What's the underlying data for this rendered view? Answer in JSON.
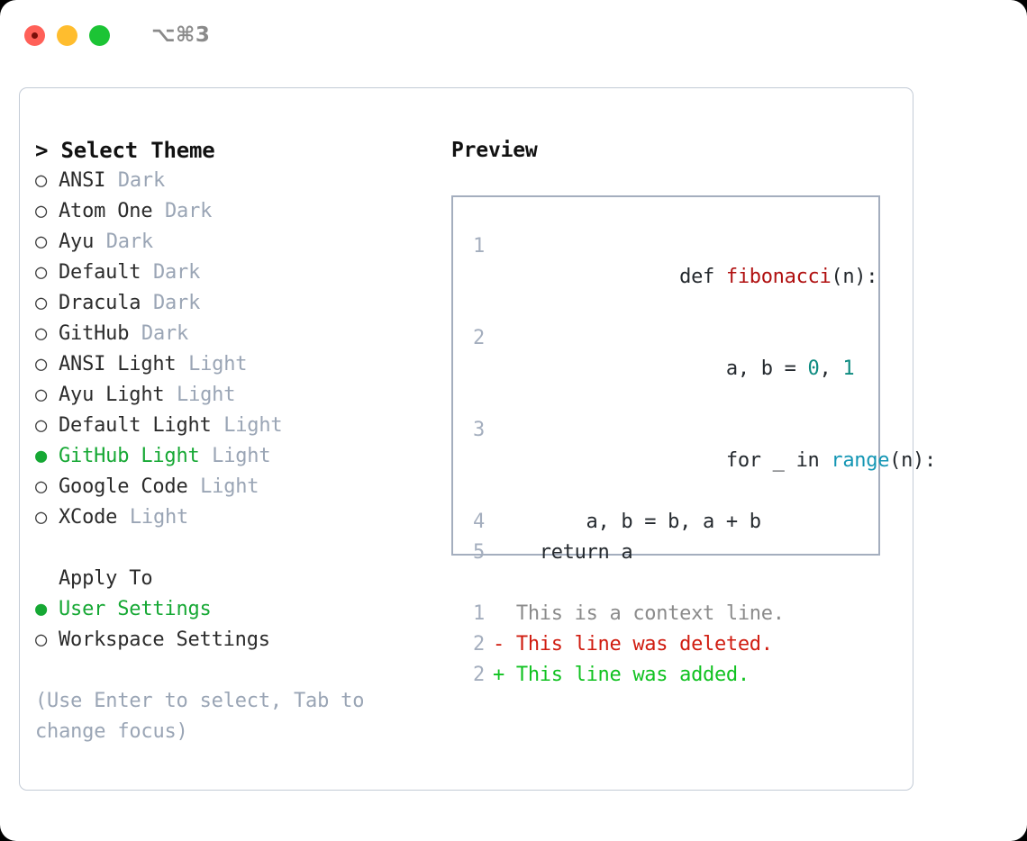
{
  "titlebar": {
    "shortcut": "⌥⌘3",
    "lights": [
      "close-red",
      "minimize-yellow",
      "maximize-green"
    ]
  },
  "theme_picker": {
    "heading": "> Select Theme",
    "prompt_marker": ">",
    "options": [
      {
        "marker": "○",
        "name": "ANSI",
        "tag": "Dark",
        "selected": false
      },
      {
        "marker": "○",
        "name": "Atom One",
        "tag": "Dark",
        "selected": false
      },
      {
        "marker": "○",
        "name": "Ayu",
        "tag": "Dark",
        "selected": false
      },
      {
        "marker": "○",
        "name": "Default",
        "tag": "Dark",
        "selected": false
      },
      {
        "marker": "○",
        "name": "Dracula",
        "tag": "Dark",
        "selected": false
      },
      {
        "marker": "○",
        "name": "GitHub",
        "tag": "Dark",
        "selected": false
      },
      {
        "marker": "○",
        "name": "ANSI Light",
        "tag": "Light",
        "selected": false
      },
      {
        "marker": "○",
        "name": "Ayu Light",
        "tag": "Light",
        "selected": false
      },
      {
        "marker": "○",
        "name": "Default Light",
        "tag": "Light",
        "selected": false
      },
      {
        "marker": "●",
        "name": "GitHub Light",
        "tag": "Light",
        "selected": true
      },
      {
        "marker": "○",
        "name": "Google Code",
        "tag": "Light",
        "selected": false
      },
      {
        "marker": "○",
        "name": "XCode",
        "tag": "Light",
        "selected": false
      }
    ]
  },
  "apply_to": {
    "heading": "Apply To",
    "options": [
      {
        "marker": "●",
        "label": "User Settings",
        "selected": true
      },
      {
        "marker": "○",
        "label": "Workspace Settings",
        "selected": false
      }
    ]
  },
  "hint": "(Use Enter to select, Tab to change focus)",
  "preview": {
    "title": "Preview",
    "code_lines": [
      {
        "number": "1",
        "tokens": [
          {
            "text": "def ",
            "type": "plain"
          },
          {
            "text": "fibonacci",
            "type": "fn"
          },
          {
            "text": "(n):",
            "type": "plain"
          }
        ]
      },
      {
        "number": "2",
        "tokens": [
          {
            "text": "    a, b = ",
            "type": "plain"
          },
          {
            "text": "0",
            "type": "num"
          },
          {
            "text": ", ",
            "type": "plain"
          },
          {
            "text": "1",
            "type": "num"
          }
        ]
      },
      {
        "number": "3",
        "tokens": [
          {
            "text": "    for _ in ",
            "type": "plain"
          },
          {
            "text": "range",
            "type": "call"
          },
          {
            "text": "(n):",
            "type": "plain"
          }
        ]
      },
      {
        "number": "4",
        "tokens": [
          {
            "text": "        a, b = b, a + b",
            "type": "plain"
          }
        ]
      },
      {
        "number": "5",
        "tokens": [
          {
            "text": "    return a",
            "type": "plain"
          }
        ]
      }
    ],
    "diff_lines": [
      {
        "number": "1",
        "prefix": " ",
        "text": "This is a context line.",
        "type": "ctx"
      },
      {
        "number": "2",
        "prefix": "-",
        "text": "This line was deleted.",
        "type": "del"
      },
      {
        "number": "2",
        "prefix": "+",
        "text": "This line was added.",
        "type": "add"
      }
    ]
  },
  "colors": {
    "selected_green": "#16a834",
    "muted_blue_gray": "#9aa5b5",
    "function_red": "#b01010",
    "number_teal": "#0d8b80",
    "call_blue": "#1496b4",
    "diff_delete_red": "#d01c10",
    "diff_add_green": "#11c221",
    "panel_border": "#c3cbd6",
    "preview_border": "#a4aebe"
  }
}
